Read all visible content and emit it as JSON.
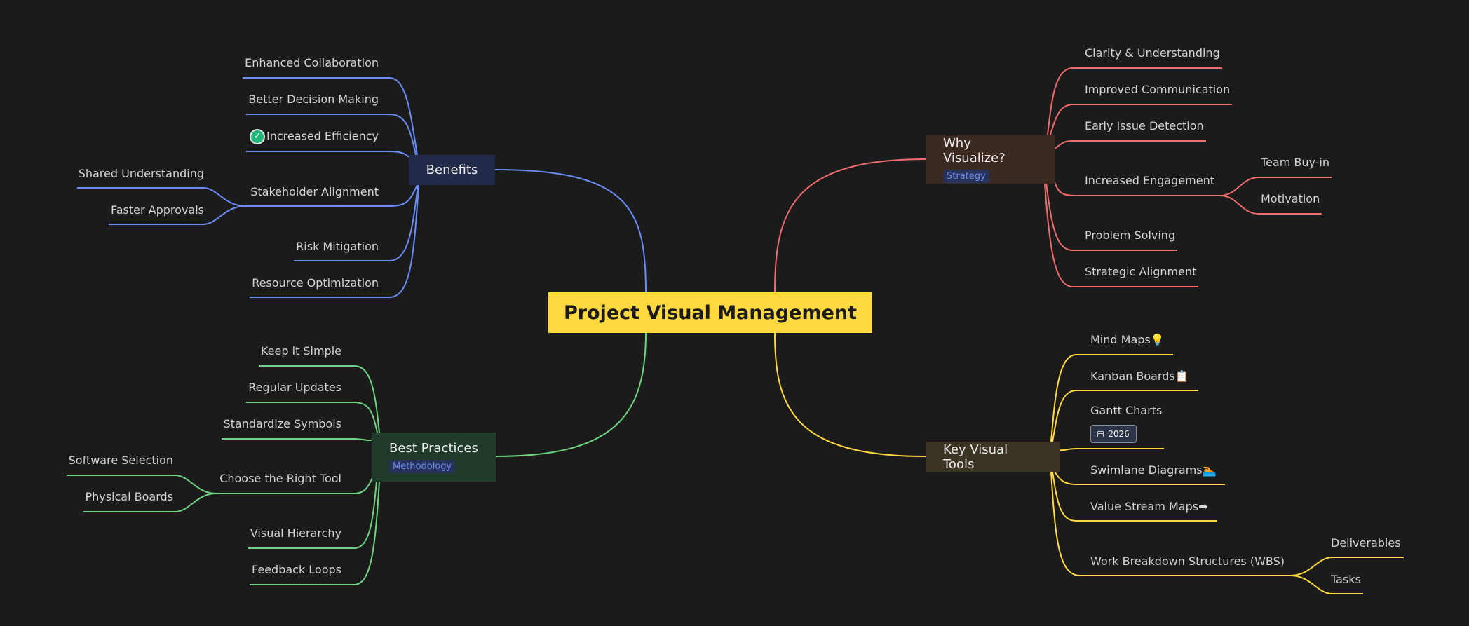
{
  "root": {
    "label": "Project Visual Management",
    "color": "#ffd93d"
  },
  "branches": {
    "benefits": {
      "label": "Benefits",
      "color": "#6b8cf5",
      "children": [
        {
          "label": "Enhanced Collaboration"
        },
        {
          "label": "Better Decision Making"
        },
        {
          "label": "Increased Efficiency",
          "icon": "check-circle-icon",
          "icon_glyph": "✓"
        },
        {
          "label": "Stakeholder Alignment",
          "children": [
            {
              "label": "Shared Understanding"
            },
            {
              "label": "Faster Approvals"
            }
          ]
        },
        {
          "label": "Risk Mitigation"
        },
        {
          "label": "Resource Optimization"
        }
      ]
    },
    "why": {
      "label": "Why Visualize?",
      "tag": "Strategy",
      "color": "#f06b6b",
      "children": [
        {
          "label": "Clarity & Understanding"
        },
        {
          "label": "Improved Communication"
        },
        {
          "label": "Early Issue Detection"
        },
        {
          "label": "Increased Engagement",
          "children": [
            {
              "label": "Team Buy-in"
            },
            {
              "label": "Motivation"
            }
          ]
        },
        {
          "label": "Problem Solving"
        },
        {
          "label": "Strategic Alignment"
        }
      ]
    },
    "best": {
      "label": "Best Practices",
      "tag": "Methodology",
      "color": "#6fd482",
      "children": [
        {
          "label": "Keep it Simple"
        },
        {
          "label": "Regular Updates"
        },
        {
          "label": "Standardize Symbols"
        },
        {
          "label": "Choose the Right Tool",
          "children": [
            {
              "label": "Software Selection"
            },
            {
              "label": "Physical Boards"
            }
          ]
        },
        {
          "label": "Visual Hierarchy"
        },
        {
          "label": "Feedback Loops"
        }
      ]
    },
    "tools": {
      "label": "Key Visual Tools",
      "color": "#ffd93d",
      "children": [
        {
          "label": "Mind Maps💡"
        },
        {
          "label": "Kanban Boards📋"
        },
        {
          "label": "Gantt Charts",
          "badge": {
            "icon": "calendar-icon",
            "label": "2026"
          }
        },
        {
          "label": "Swimlane Diagrams🏊"
        },
        {
          "label": "Value Stream Maps➡"
        },
        {
          "label": "Work Breakdown Structures (WBS)",
          "children": [
            {
              "label": "Deliverables"
            },
            {
              "label": "Tasks"
            }
          ]
        }
      ]
    }
  }
}
